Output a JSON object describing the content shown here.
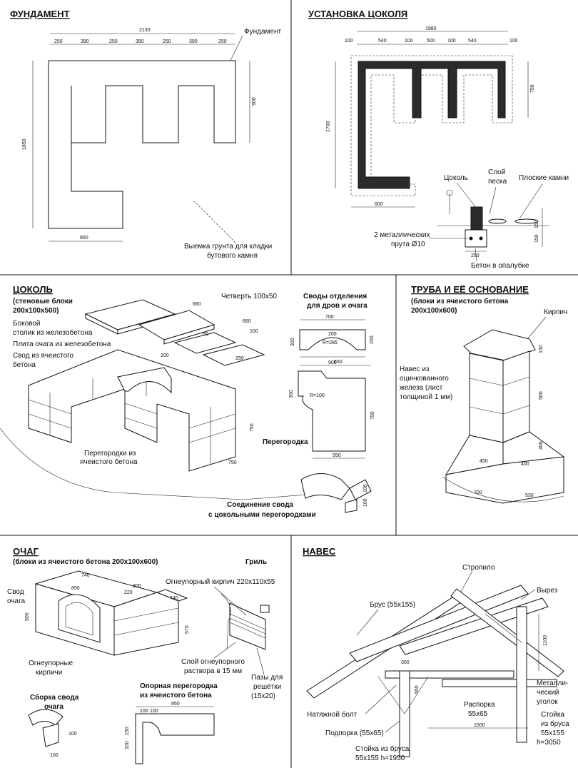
{
  "sections": {
    "foundation": {
      "title": "ФУНДАМЕНТ",
      "label": "Фундамент",
      "note": [
        "Выемка грунта для кладки",
        "бутового камня"
      ],
      "dims": {
        "total": "2130",
        "segs": [
          "250",
          "390",
          "250",
          "350",
          "250",
          "390",
          "250"
        ],
        "left": "1850",
        "right": "900",
        "bottom": "850"
      }
    },
    "plinth_install": {
      "title": "УСТАНОВКА ЦОКОЛЯ",
      "dims": {
        "total": "1980",
        "segs": [
          "100",
          "540",
          "100",
          "500",
          "100",
          "540",
          "100"
        ],
        "left": "1700",
        "right": "750",
        "bottom": "600",
        "detail_h": "150",
        "detail_h2": "150",
        "detail_w": "250"
      },
      "labels": {
        "plinth": "Цоколь",
        "sand": [
          "Слой",
          "песка"
        ],
        "stones": "Плоские камни",
        "rods": [
          "2 металлических",
          "прута Ø10"
        ],
        "concrete": "Бетон в опалубке"
      }
    },
    "plinth": {
      "title": "ЦОКОЛЬ",
      "subtitle": [
        "(стеновые блоки",
        "200x100x500)"
      ],
      "labels": {
        "quarter": "Четверть 100x50",
        "table": [
          "Боковой",
          "столик из железобетона"
        ],
        "slab": "Плита очага из железобетона",
        "vault": [
          "Свод из ячеистого",
          "бетона"
        ],
        "partitions": [
          "Перегородки из",
          "ячеистого бетона"
        ]
      },
      "dims": {
        "a": "660",
        "b": "660",
        "c": "100",
        "d": "60",
        "e": "200",
        "f": "250",
        "g": "750",
        "h": "750"
      }
    },
    "vaults": {
      "title": [
        "Своды отделения",
        "для дров и очага"
      ],
      "partition": "Перегородка",
      "joint": [
        "Соединение свода",
        "с цокольными перегородками"
      ],
      "dims": {
        "top": "700",
        "inner": "200",
        "r1": "R=285",
        "w1": "900",
        "h1": "300",
        "s1": "200",
        "w2": "650",
        "r2": "R=100",
        "h2": "300",
        "h3": "750",
        "w3": "550",
        "j1": "100",
        "j2": "100"
      }
    },
    "chimney": {
      "title": "ТРУБА И ЕЁ ОСНОВАНИЕ",
      "subtitle": [
        "(блоки из ячеистого бетона",
        "200x100x600)"
      ],
      "brick": "Кирпич",
      "canopy": [
        "Навес из",
        "оцинкованного",
        "железа (лист",
        "толщиной 1 мм)"
      ],
      "dims": {
        "d1": "150",
        "d2": "500",
        "d3": "400",
        "d4": "450",
        "d5": "400",
        "d6": "700",
        "d7": "530"
      }
    },
    "hearth": {
      "title": "ОЧАГ",
      "subtitle": "(блоки из ячеистого бетона 200x100x600)",
      "grill": "Гриль",
      "labels": {
        "vault": [
          "Свод",
          "очага"
        ],
        "firebrick_top": "Огнеупорный кирпич 220x110x55",
        "firebricks": [
          "Огнеупорные",
          "кирпичи"
        ],
        "mortar": [
          "Слой огнеупорного",
          "раствора в 15 мм"
        ],
        "grooves": [
          "Пазы для",
          "решётки",
          "(15x20)"
        ],
        "assembly": [
          "Сборка свода",
          "очага"
        ],
        "support": [
          "Опорная перегородка",
          "из ячеистого бетона"
        ]
      },
      "dims": {
        "a": "740",
        "b": "850",
        "c": "220",
        "d": "300",
        "e": "740",
        "f": "570",
        "g": "500",
        "h": "850",
        "i": "100",
        "j": "100",
        "k": "100",
        "l": "150",
        "m": "100",
        "n": "100"
      }
    },
    "canopy": {
      "title": "НАВЕС",
      "labels": {
        "rafter": "Стропило",
        "cut": "Вырез",
        "beam": [
          "Брус (55x155)"
        ],
        "bolt": "Натяжной болт",
        "strut": "Подпорка (55x65)",
        "spacer": [
          "Распорка",
          "55x65"
        ],
        "angle": [
          "Металли-",
          "ческий",
          "уголок"
        ],
        "post_right": [
          "Стойка",
          "из бруса",
          "55x155",
          "h=3050"
        ],
        "post_left": [
          "Стойка из бруса",
          "55x155 h=1950"
        ]
      },
      "dims": {
        "a": "300",
        "b": "550",
        "c": "1100",
        "d": "1500"
      }
    }
  }
}
